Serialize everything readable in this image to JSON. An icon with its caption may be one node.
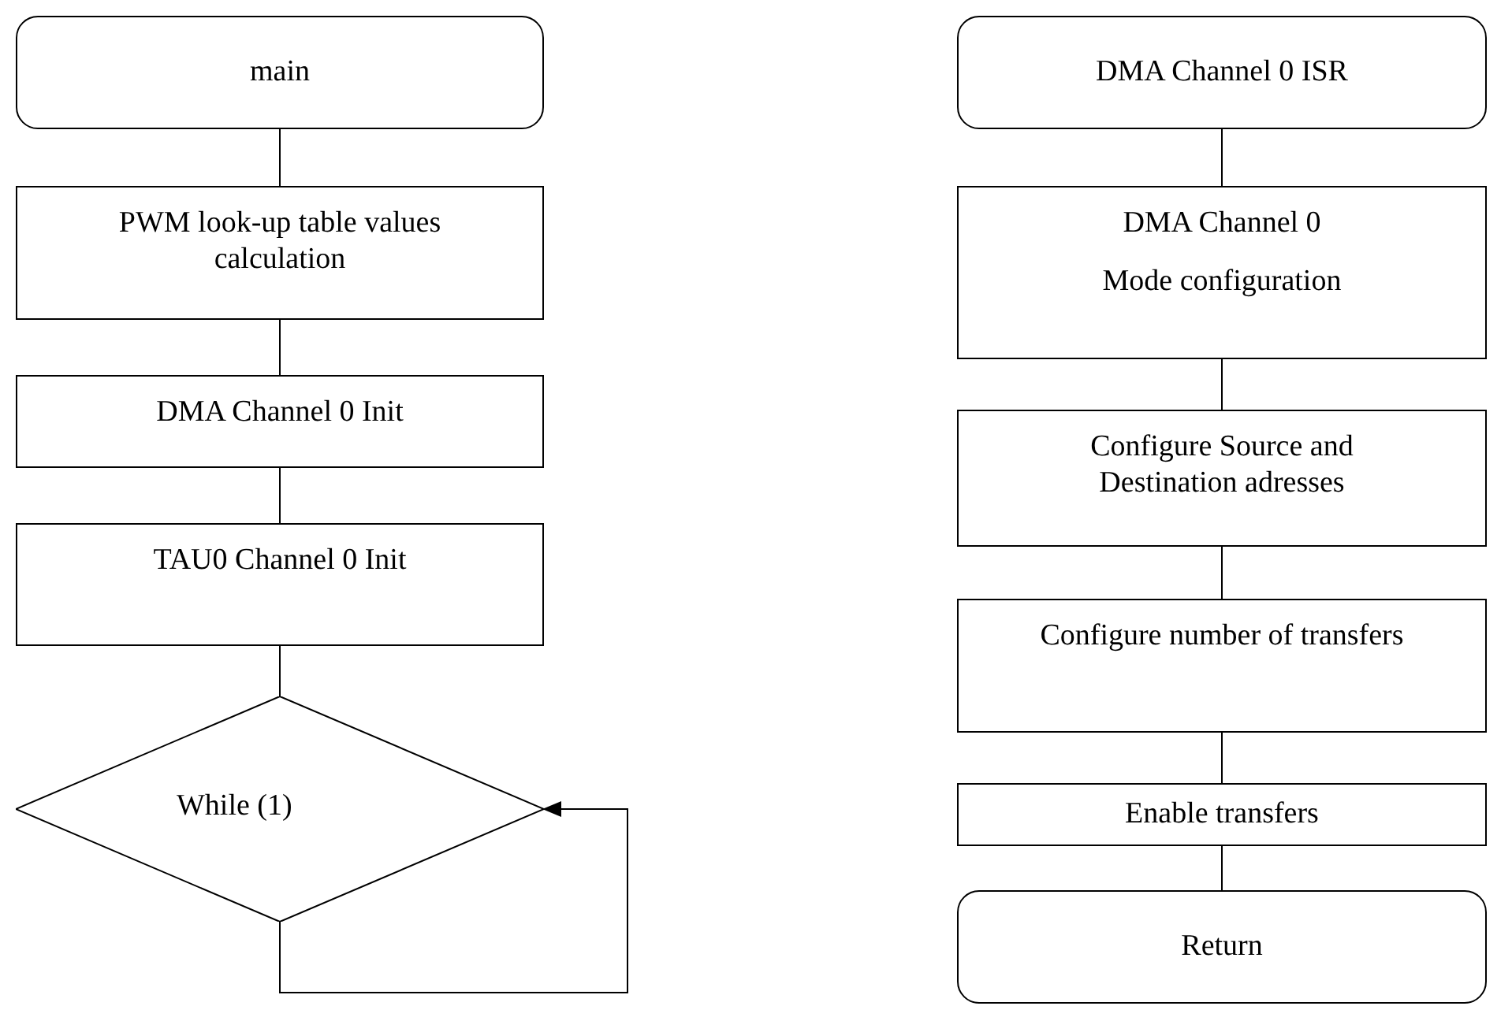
{
  "diagram": {
    "nodes": [
      {
        "text": [
          "main"
        ]
      },
      {
        "text": [
          "PWM look-up table values calculation"
        ]
      },
      {
        "text": [
          "DMA Channel 0 Init"
        ]
      },
      {
        "text": [
          "TAU0 Channel 0 Init"
        ]
      },
      {
        "text": [
          "While (1)"
        ]
      },
      {
        "text": [
          "DMA Channel 0 ISR"
        ]
      },
      {
        "text": [
          "DMA Channel 0",
          "Mode configuration"
        ]
      },
      {
        "text": [
          "Configure Source and Destination adresses"
        ]
      },
      {
        "text": [
          "Configure number of transfers"
        ]
      },
      {
        "text": [
          "Enable transfers"
        ]
      },
      {
        "text": [
          "Return"
        ]
      }
    ],
    "edges": [
      {
        "from": 0,
        "to": 1,
        "arrow": "none"
      },
      {
        "from": 1,
        "to": 2,
        "arrow": "none"
      },
      {
        "from": 2,
        "to": 3,
        "arrow": "none"
      },
      {
        "from": 3,
        "to": 4,
        "arrow": "none"
      },
      {
        "from": 4,
        "to": 4,
        "arrow": "to"
      },
      {
        "from": 5,
        "to": 6,
        "arrow": "none"
      },
      {
        "from": 6,
        "to": 7,
        "arrow": "none"
      },
      {
        "from": 7,
        "to": 8,
        "arrow": "none"
      },
      {
        "from": 8,
        "to": 9,
        "arrow": "none"
      },
      {
        "from": 9,
        "to": 10,
        "arrow": "none"
      }
    ]
  }
}
